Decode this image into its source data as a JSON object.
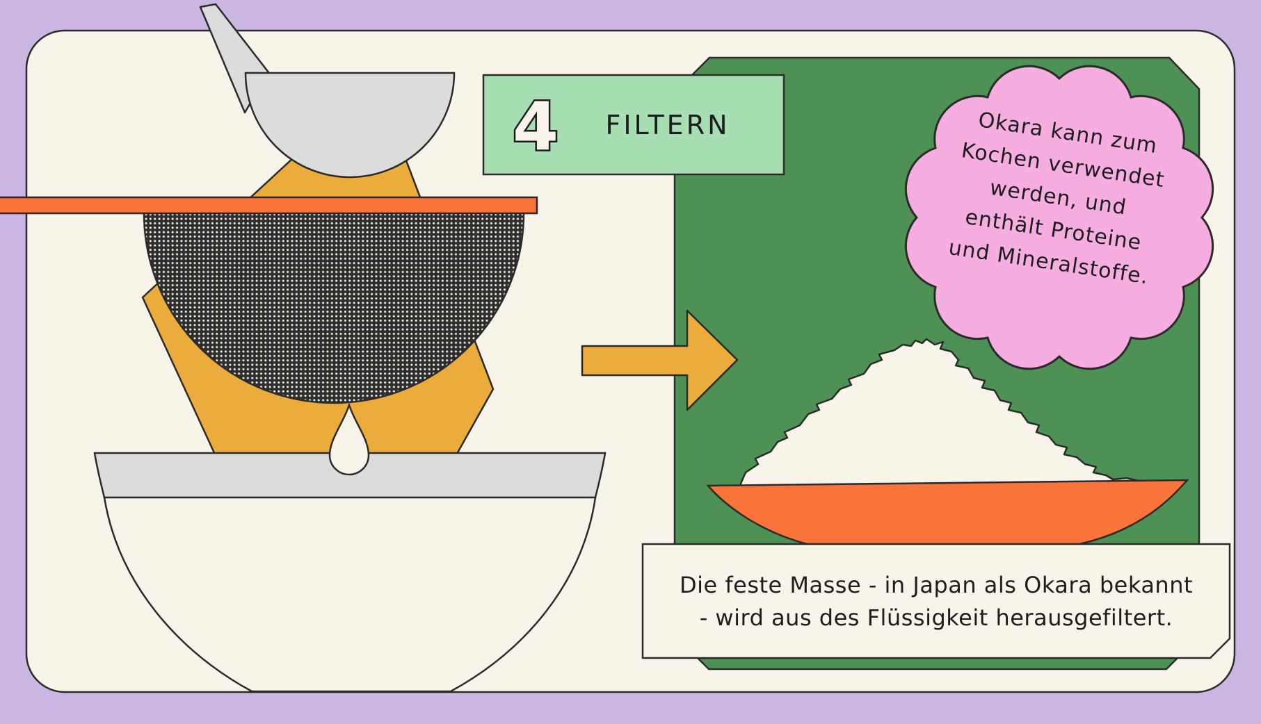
{
  "colors": {
    "background": "#CBB6E3",
    "panel_cream": "#F8F4E9",
    "outline": "#2A2A2A",
    "green_panel": "#4E9155",
    "label_green": "#A8DFB2",
    "pink": "#F6AEE0",
    "orange": "#F8743B",
    "yellow": "#ECAC3C",
    "gray_light": "#DCDCDC",
    "mesh_dark": "#2E2E2E",
    "text_dark": "#1D1D1D"
  },
  "step": {
    "number": "4",
    "title": "FILTERN"
  },
  "note": {
    "lines": [
      "Okara kann zum",
      "Kochen verwendet",
      "werden, und",
      "enthält Proteine",
      "und Mineralstoffe."
    ]
  },
  "caption": {
    "lines": [
      "Die feste Masse - in Japan als Okara bekannt",
      "- wird aus des Flüssigkeit herausgefiltert."
    ]
  }
}
